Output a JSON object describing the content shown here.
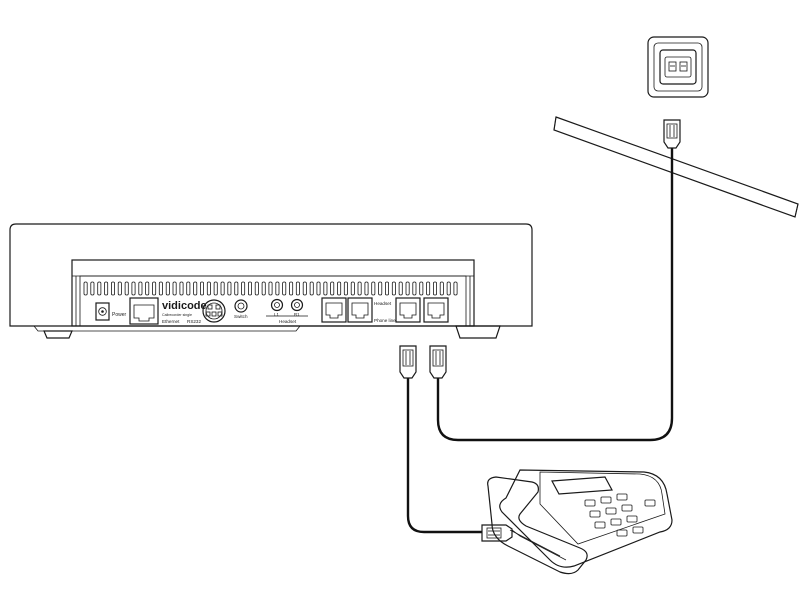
{
  "device": {
    "brand": "vidicode",
    "model": "Callrecorder single",
    "ports": {
      "power": "Power",
      "ethernet": "Ethernet",
      "rs232": "RS232",
      "switch": "Switch",
      "l1": "L1",
      "r1": "R1",
      "headset_group": "Headset",
      "headset": "Headset",
      "phone_line": "Phone line"
    }
  },
  "colors": {
    "line": "#1a1a1a",
    "cable": "#111111",
    "background": "#ffffff"
  }
}
